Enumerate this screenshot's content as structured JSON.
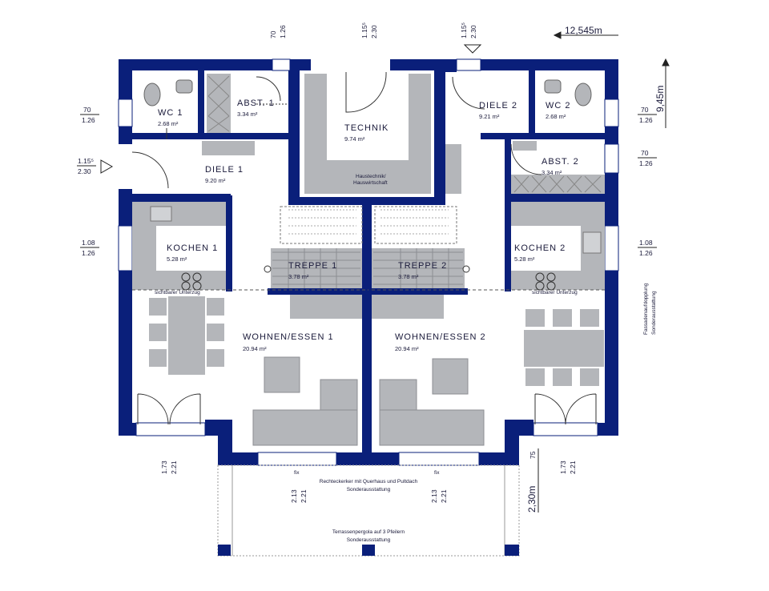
{
  "rooms": {
    "wc1": {
      "name": "WC 1",
      "area": "2.68 m²"
    },
    "abst1": {
      "name": "ABST. 1",
      "area": "3.34 m²"
    },
    "technik": {
      "name": "TECHNIK",
      "area": "9.74 m²",
      "note1": "Haustechnik/",
      "note2": "Hauswirtschaft"
    },
    "diele2": {
      "name": "DIELE 2",
      "area": "9.21 m²"
    },
    "wc2": {
      "name": "WC 2",
      "area": "2.68 m²"
    },
    "diele1": {
      "name": "DIELE 1",
      "area": "9.20 m²"
    },
    "abst2": {
      "name": "ABST. 2",
      "area": "3.34 m²"
    },
    "kochen1": {
      "name": "KOCHEN 1",
      "area": "5.28 m²"
    },
    "kochen2": {
      "name": "KOCHEN 2",
      "area": "5.28 m²"
    },
    "treppe1": {
      "name": "TREPPE 1",
      "area": "3.78 m²"
    },
    "treppe2": {
      "name": "TREPPE 2",
      "area": "3.78 m²"
    },
    "wohnen1": {
      "name": "WOHNEN/ESSEN 1",
      "area": "20.94 m²"
    },
    "wohnen2": {
      "name": "WOHNEN/ESSEN 2",
      "area": "20.94 m²"
    }
  },
  "dimensions": {
    "width_total": "12,545m",
    "depth_total": "9,45m",
    "erker_depth": "2,30m",
    "erker_offset": "75",
    "top1_top": "70",
    "top1_bottom": "1.26",
    "top2_top": "1.15⁵",
    "top2_bottom": "2.30",
    "top3_top": "1.15⁵",
    "top3_bottom": "2.30",
    "left1_top": "70",
    "left1_bottom": "1.26",
    "left2_top": "1.15⁵",
    "left2_bottom": "2.30",
    "left3_top": "1.08",
    "left3_bottom": "1.26",
    "right1_top": "70",
    "right1_bottom": "1.26",
    "right2_top": "70",
    "right2_bottom": "1.26",
    "right3_top": "1.08",
    "right3_bottom": "1.26",
    "bl_top": "1.73",
    "bl_bottom": "2.21",
    "br_top": "1.73",
    "br_bottom": "2.21",
    "mid1_top": "2.13",
    "mid1_bottom": "2.21",
    "mid2_top": "2.13",
    "mid2_bottom": "2.21"
  },
  "notes": {
    "sichtbar1": "sichtbarer Unterzug",
    "sichtbar2": "sichtbarer Unterzug",
    "fix1": "fix",
    "fix2": "fix",
    "erker_line1": "Rechteckerker mit Querhaus und Pultdach",
    "erker_line2": "Sonderausstattung",
    "pergola_line1": "Terrassenpergola auf 3 Pfeilern",
    "pergola_line2": "Sonderausstattung",
    "fassade_line1": "Fassadenaufdopplung",
    "fassade_line2": "Sonderausstattung"
  },
  "colors": {
    "wall": "#0a1f7a",
    "fixture": "#b4b6ba",
    "fixture_dark": "#8c8e93",
    "floor": "#ffffff"
  }
}
